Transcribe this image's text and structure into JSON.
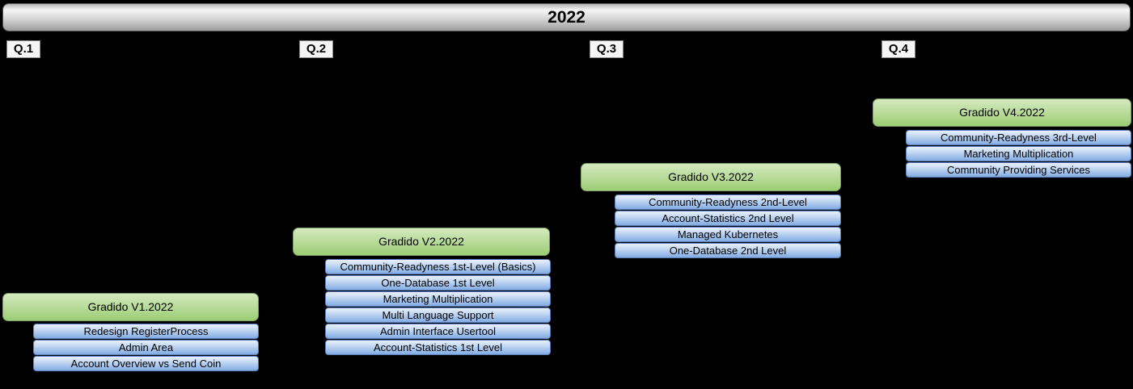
{
  "title": "2022",
  "colors": {
    "background": "#000000",
    "text": "#000000",
    "title_bar_light": "#f5f5f5",
    "title_bar_dark": "#9c9c9c",
    "quarter_label_bg": "#f5f5f5",
    "release_green_top": "#d5e9c0",
    "release_green_bottom": "#9ccd74",
    "release_border": "#7d9e62",
    "item_blue_top": "#e9f0fb",
    "item_blue_bottom": "#82abe2",
    "item_border": "#5a7fb8"
  },
  "quarters": [
    {
      "label": "Q.1",
      "release": "Gradido V1.2022",
      "items": [
        "Redesign RegisterProcess",
        "Admin Area",
        "Account Overview vs Send Coin"
      ]
    },
    {
      "label": "Q.2",
      "release": "Gradido V2.2022",
      "items": [
        "Community-Readyness 1st-Level (Basics)",
        "One-Database 1st Level",
        "Marketing Multiplication",
        "Multi Language Support",
        "Admin Interface Usertool",
        "Account-Statistics 1st Level"
      ]
    },
    {
      "label": "Q.3",
      "release": "Gradido V3.2022",
      "items": [
        "Community-Readyness 2nd-Level",
        "Account-Statistics 2nd Level",
        "Managed Kubernetes",
        "One-Database 2nd Level"
      ]
    },
    {
      "label": "Q.4",
      "release": "Gradido V4.2022",
      "items": [
        "Community-Readyness 3rd-Level",
        "Marketing Multiplication",
        "Community Providing Services"
      ]
    }
  ]
}
